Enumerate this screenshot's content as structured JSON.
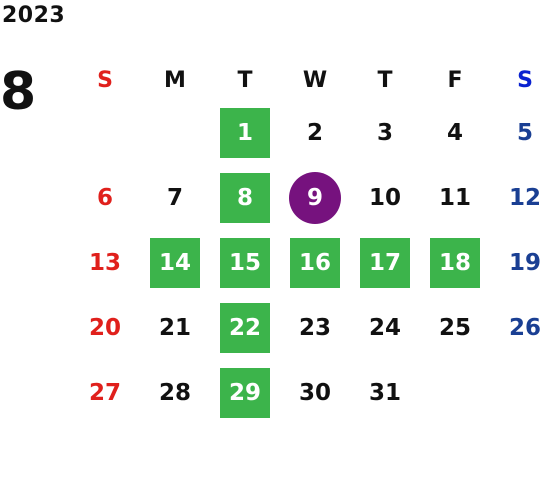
{
  "year": "2023",
  "month": "8",
  "weekdays": [
    "S",
    "M",
    "T",
    "W",
    "T",
    "F",
    "S"
  ],
  "colors": {
    "sunday": "#e0201c",
    "saturday_header": "#0a22d0",
    "saturday": "#1a3f93",
    "highlight": "#3cb44b",
    "today": "#76127e",
    "text": "#111111"
  },
  "first_weekday_index": 2,
  "days_in_month": 31,
  "today": 9,
  "highlighted_days": [
    1,
    8,
    14,
    15,
    16,
    17,
    18,
    22,
    29
  ]
}
